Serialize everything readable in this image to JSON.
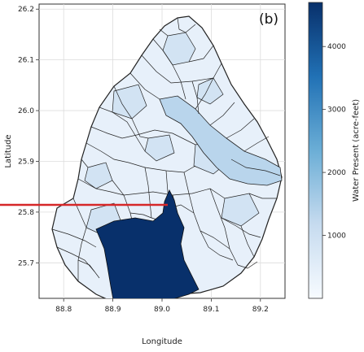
{
  "chart_data": {
    "type": "choropleth-map",
    "panel_label": "(b)",
    "xlabel": "Longitude",
    "ylabel": "Latitude",
    "xlim": [
      88.75,
      89.25
    ],
    "ylim": [
      25.63,
      26.21
    ],
    "x_ticks": [
      "88.8",
      "88.9",
      "89.0",
      "89.1",
      "89.2"
    ],
    "y_ticks": [
      "25.7",
      "25.8",
      "25.9",
      "26.0",
      "26.1",
      "26.2"
    ],
    "grid": true,
    "colorbar": {
      "label": "Water Present (acre-feet)",
      "range": [
        0,
        4700
      ],
      "ticks": [
        "1000",
        "2000",
        "3000",
        "4000"
      ],
      "colors": [
        "#f7fbff",
        "#c6dbef",
        "#6baed6",
        "#2171b5",
        "#08306b"
      ]
    },
    "highlighted_region": {
      "value": 4700
    },
    "marker_line": {
      "color": "#d62728"
    }
  }
}
